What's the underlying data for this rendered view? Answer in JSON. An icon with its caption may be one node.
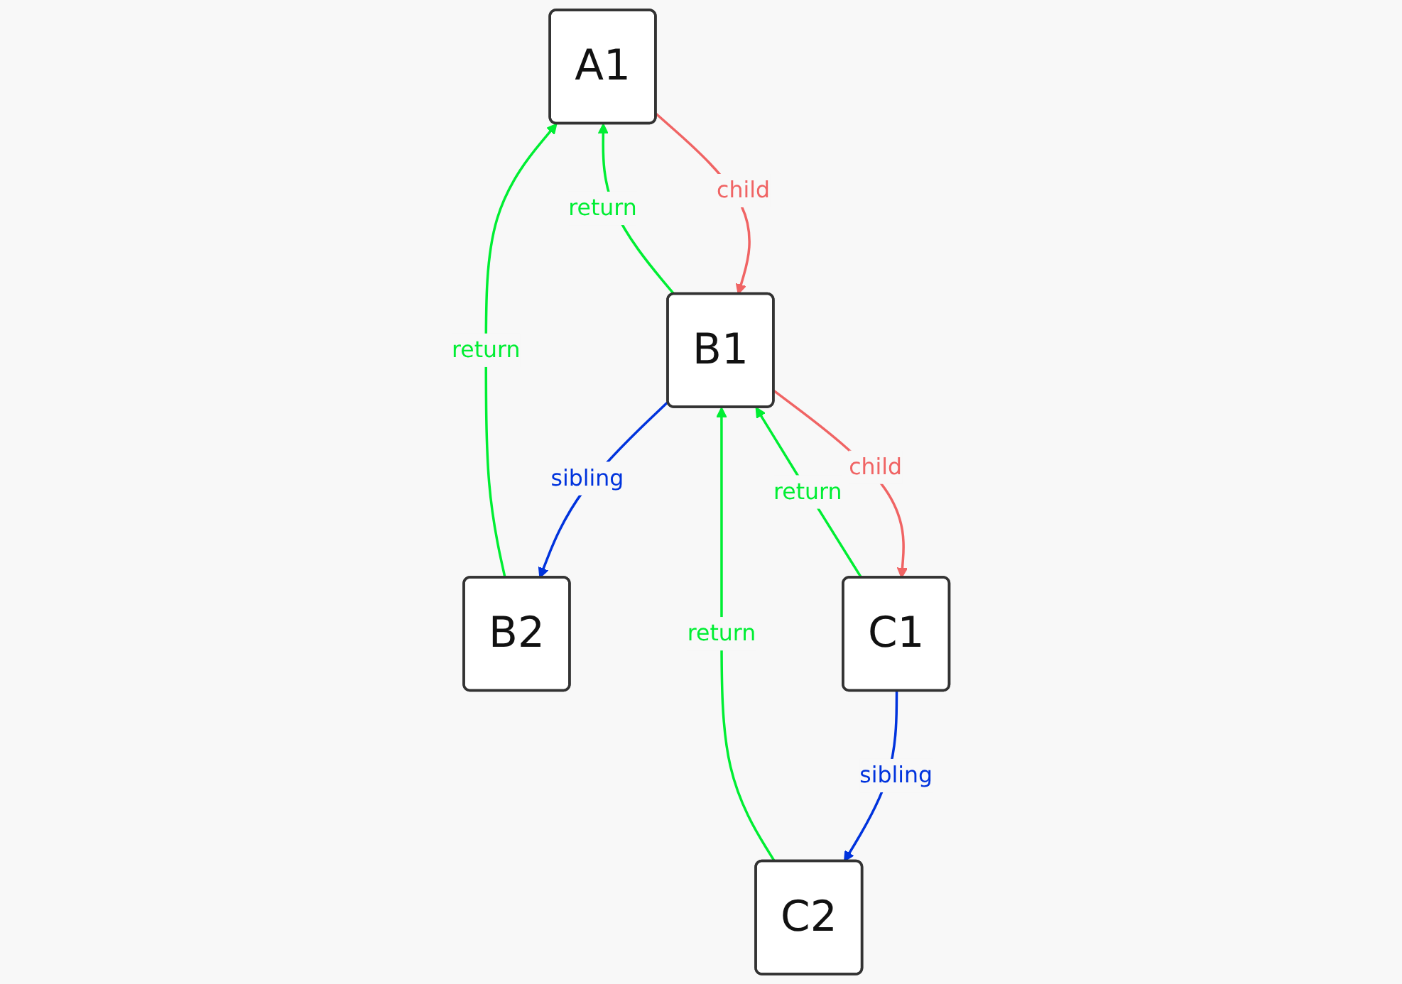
{
  "diagram": {
    "nodes": [
      {
        "text": [
          "A1"
        ]
      },
      {
        "text": [
          "B1"
        ]
      },
      {
        "text": [
          "B2"
        ]
      },
      {
        "text": [
          "C1"
        ]
      },
      {
        "text": [
          "C2"
        ]
      }
    ],
    "edges": [
      {
        "from": 0,
        "to": 1,
        "arrow": "to",
        "label": "child",
        "color": "#f06464"
      },
      {
        "from": 1,
        "to": 0,
        "arrow": "to",
        "label": "return",
        "color": "#00ee33"
      },
      {
        "from": 2,
        "to": 0,
        "arrow": "to",
        "label": "return",
        "color": "#00ee33"
      },
      {
        "from": 1,
        "to": 2,
        "arrow": "to",
        "label": "sibling",
        "color": "#0033dd"
      },
      {
        "from": 1,
        "to": 3,
        "arrow": "to",
        "label": "child",
        "color": "#f06464"
      },
      {
        "from": 3,
        "to": 1,
        "arrow": "to",
        "label": "return",
        "color": "#00ee33"
      },
      {
        "from": 4,
        "to": 1,
        "arrow": "to",
        "label": "return",
        "color": "#00ee33"
      },
      {
        "from": 3,
        "to": 4,
        "arrow": "to",
        "label": "sibling",
        "color": "#0033dd"
      }
    ]
  }
}
